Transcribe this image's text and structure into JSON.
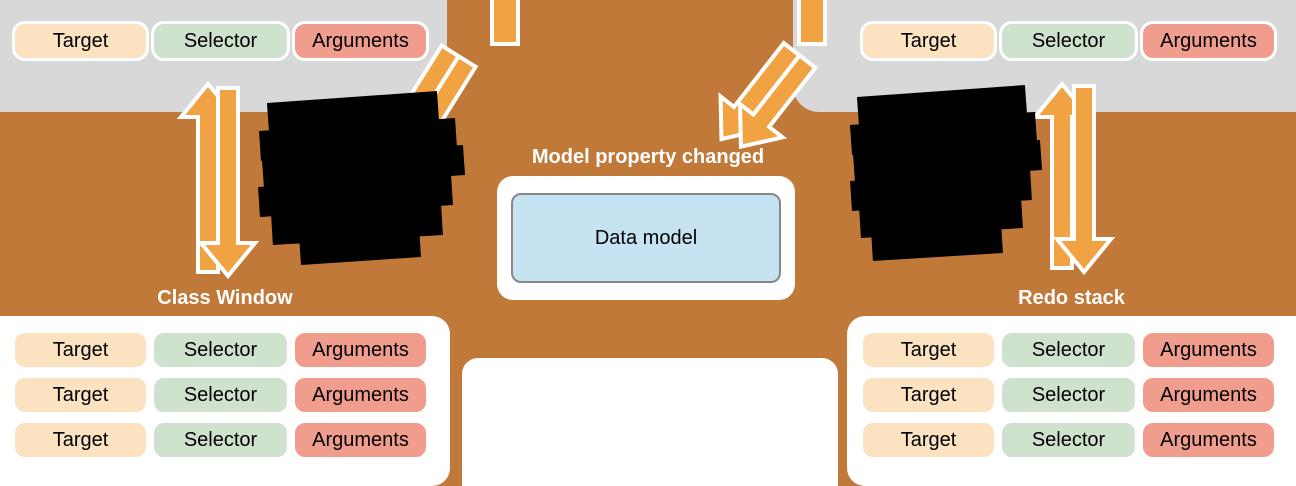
{
  "colors": {
    "background_orange": "#c1793a",
    "panel_gray": "#d8d8d8",
    "arrow_orange": "#f1a243",
    "pill_target": "#fbe2c1",
    "pill_selector": "#cfe2cd",
    "pill_arguments": "#f09d8e",
    "data_model_blue": "#c6e3f1",
    "redaction_black": "#000000",
    "label_white": "#ffffff"
  },
  "center": {
    "caption": "Model property changed",
    "box_label": "Data model"
  },
  "panels": {
    "top_left": {
      "rows": [
        [
          "Target",
          "Selector",
          "Arguments"
        ]
      ]
    },
    "top_right": {
      "rows": [
        [
          "Target",
          "Selector",
          "Arguments"
        ]
      ]
    }
  },
  "bottom_left": {
    "title": "Class Window",
    "rows": [
      [
        "Target",
        "Selector",
        "Arguments"
      ],
      [
        "Target",
        "Selector",
        "Arguments"
      ],
      [
        "Target",
        "Selector",
        "Arguments"
      ]
    ]
  },
  "bottom_right": {
    "title": "Redo stack",
    "rows": [
      [
        "Target",
        "Selector",
        "Arguments"
      ],
      [
        "Target",
        "Selector",
        "Arguments"
      ],
      [
        "Target",
        "Selector",
        "Arguments"
      ]
    ]
  }
}
